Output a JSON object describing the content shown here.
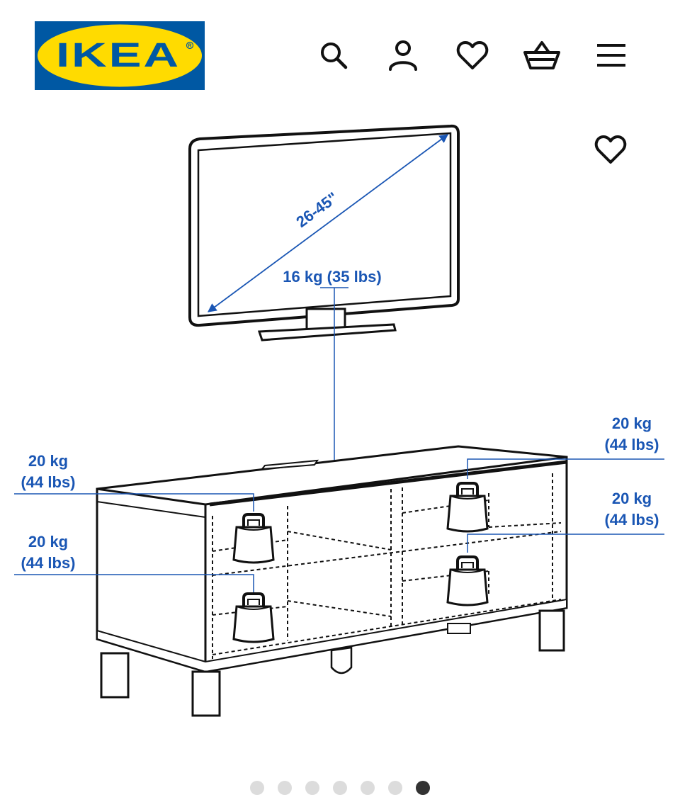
{
  "header": {
    "logo_text": "IKEA",
    "icons": [
      "search-icon",
      "account-icon",
      "favourites-icon",
      "basket-icon",
      "menu-icon"
    ]
  },
  "product_image": {
    "favourite_icon": "heart-outline-icon",
    "tv_size_label": "26-45\"",
    "tv_weight_label": "16 kg (35 lbs)",
    "load_labels": [
      {
        "kg": "20 kg",
        "lbs": "(44 lbs)"
      },
      {
        "kg": "20 kg",
        "lbs": "(44 lbs)"
      },
      {
        "kg": "20 kg",
        "lbs": "(44 lbs)"
      },
      {
        "kg": "20 kg",
        "lbs": "(44 lbs)"
      }
    ]
  },
  "carousel": {
    "count": 7,
    "active_index": 6
  },
  "colors": {
    "ikea_blue": "#0058a3",
    "ikea_yellow": "#ffdb00",
    "label_blue": "#1a56b4"
  }
}
